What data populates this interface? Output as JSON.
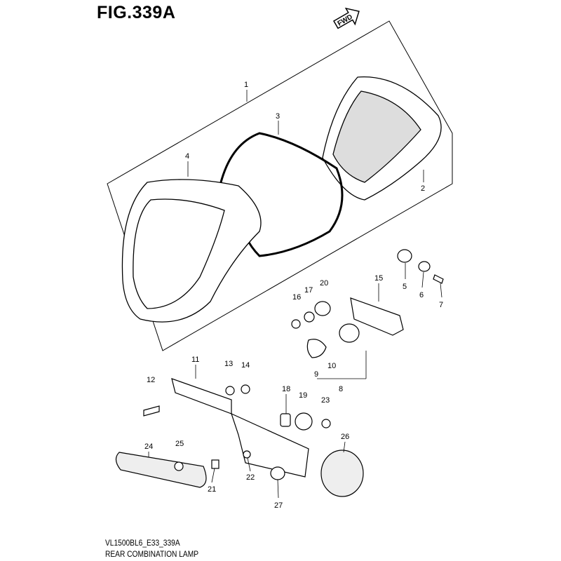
{
  "figure_title": "FIG.339A",
  "fwd_label": "FWD",
  "diagram_code": "VL1500BL6_E33_339A",
  "diagram_name": "REAR COMBINATION LAMP",
  "callouts": [
    "1",
    "2",
    "3",
    "4",
    "5",
    "6",
    "7",
    "8",
    "9",
    "10",
    "11",
    "12",
    "13",
    "14",
    "15",
    "16",
    "17",
    "18",
    "19",
    "20",
    "21",
    "22",
    "23",
    "24",
    "25",
    "26",
    "27"
  ]
}
